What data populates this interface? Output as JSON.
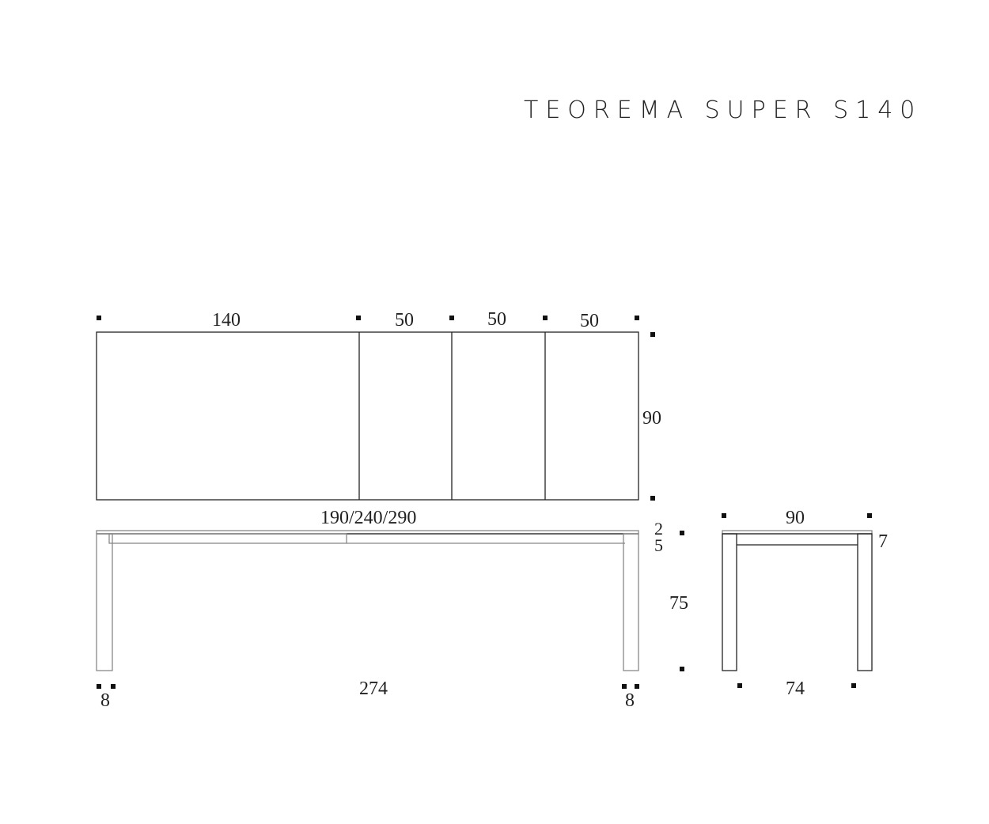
{
  "title": "TEOREMA SUPER S140",
  "top_view": {
    "widths": [
      "140",
      "50",
      "50",
      "50"
    ],
    "depth": "90"
  },
  "front_view": {
    "lengths": "190/240/290",
    "top_thickness": "2",
    "apron": "5",
    "height": "75",
    "leg_span": "274",
    "leg_left": "8",
    "leg_right": "8"
  },
  "side_view": {
    "width": "90",
    "apron": "7",
    "leg_span": "74"
  }
}
